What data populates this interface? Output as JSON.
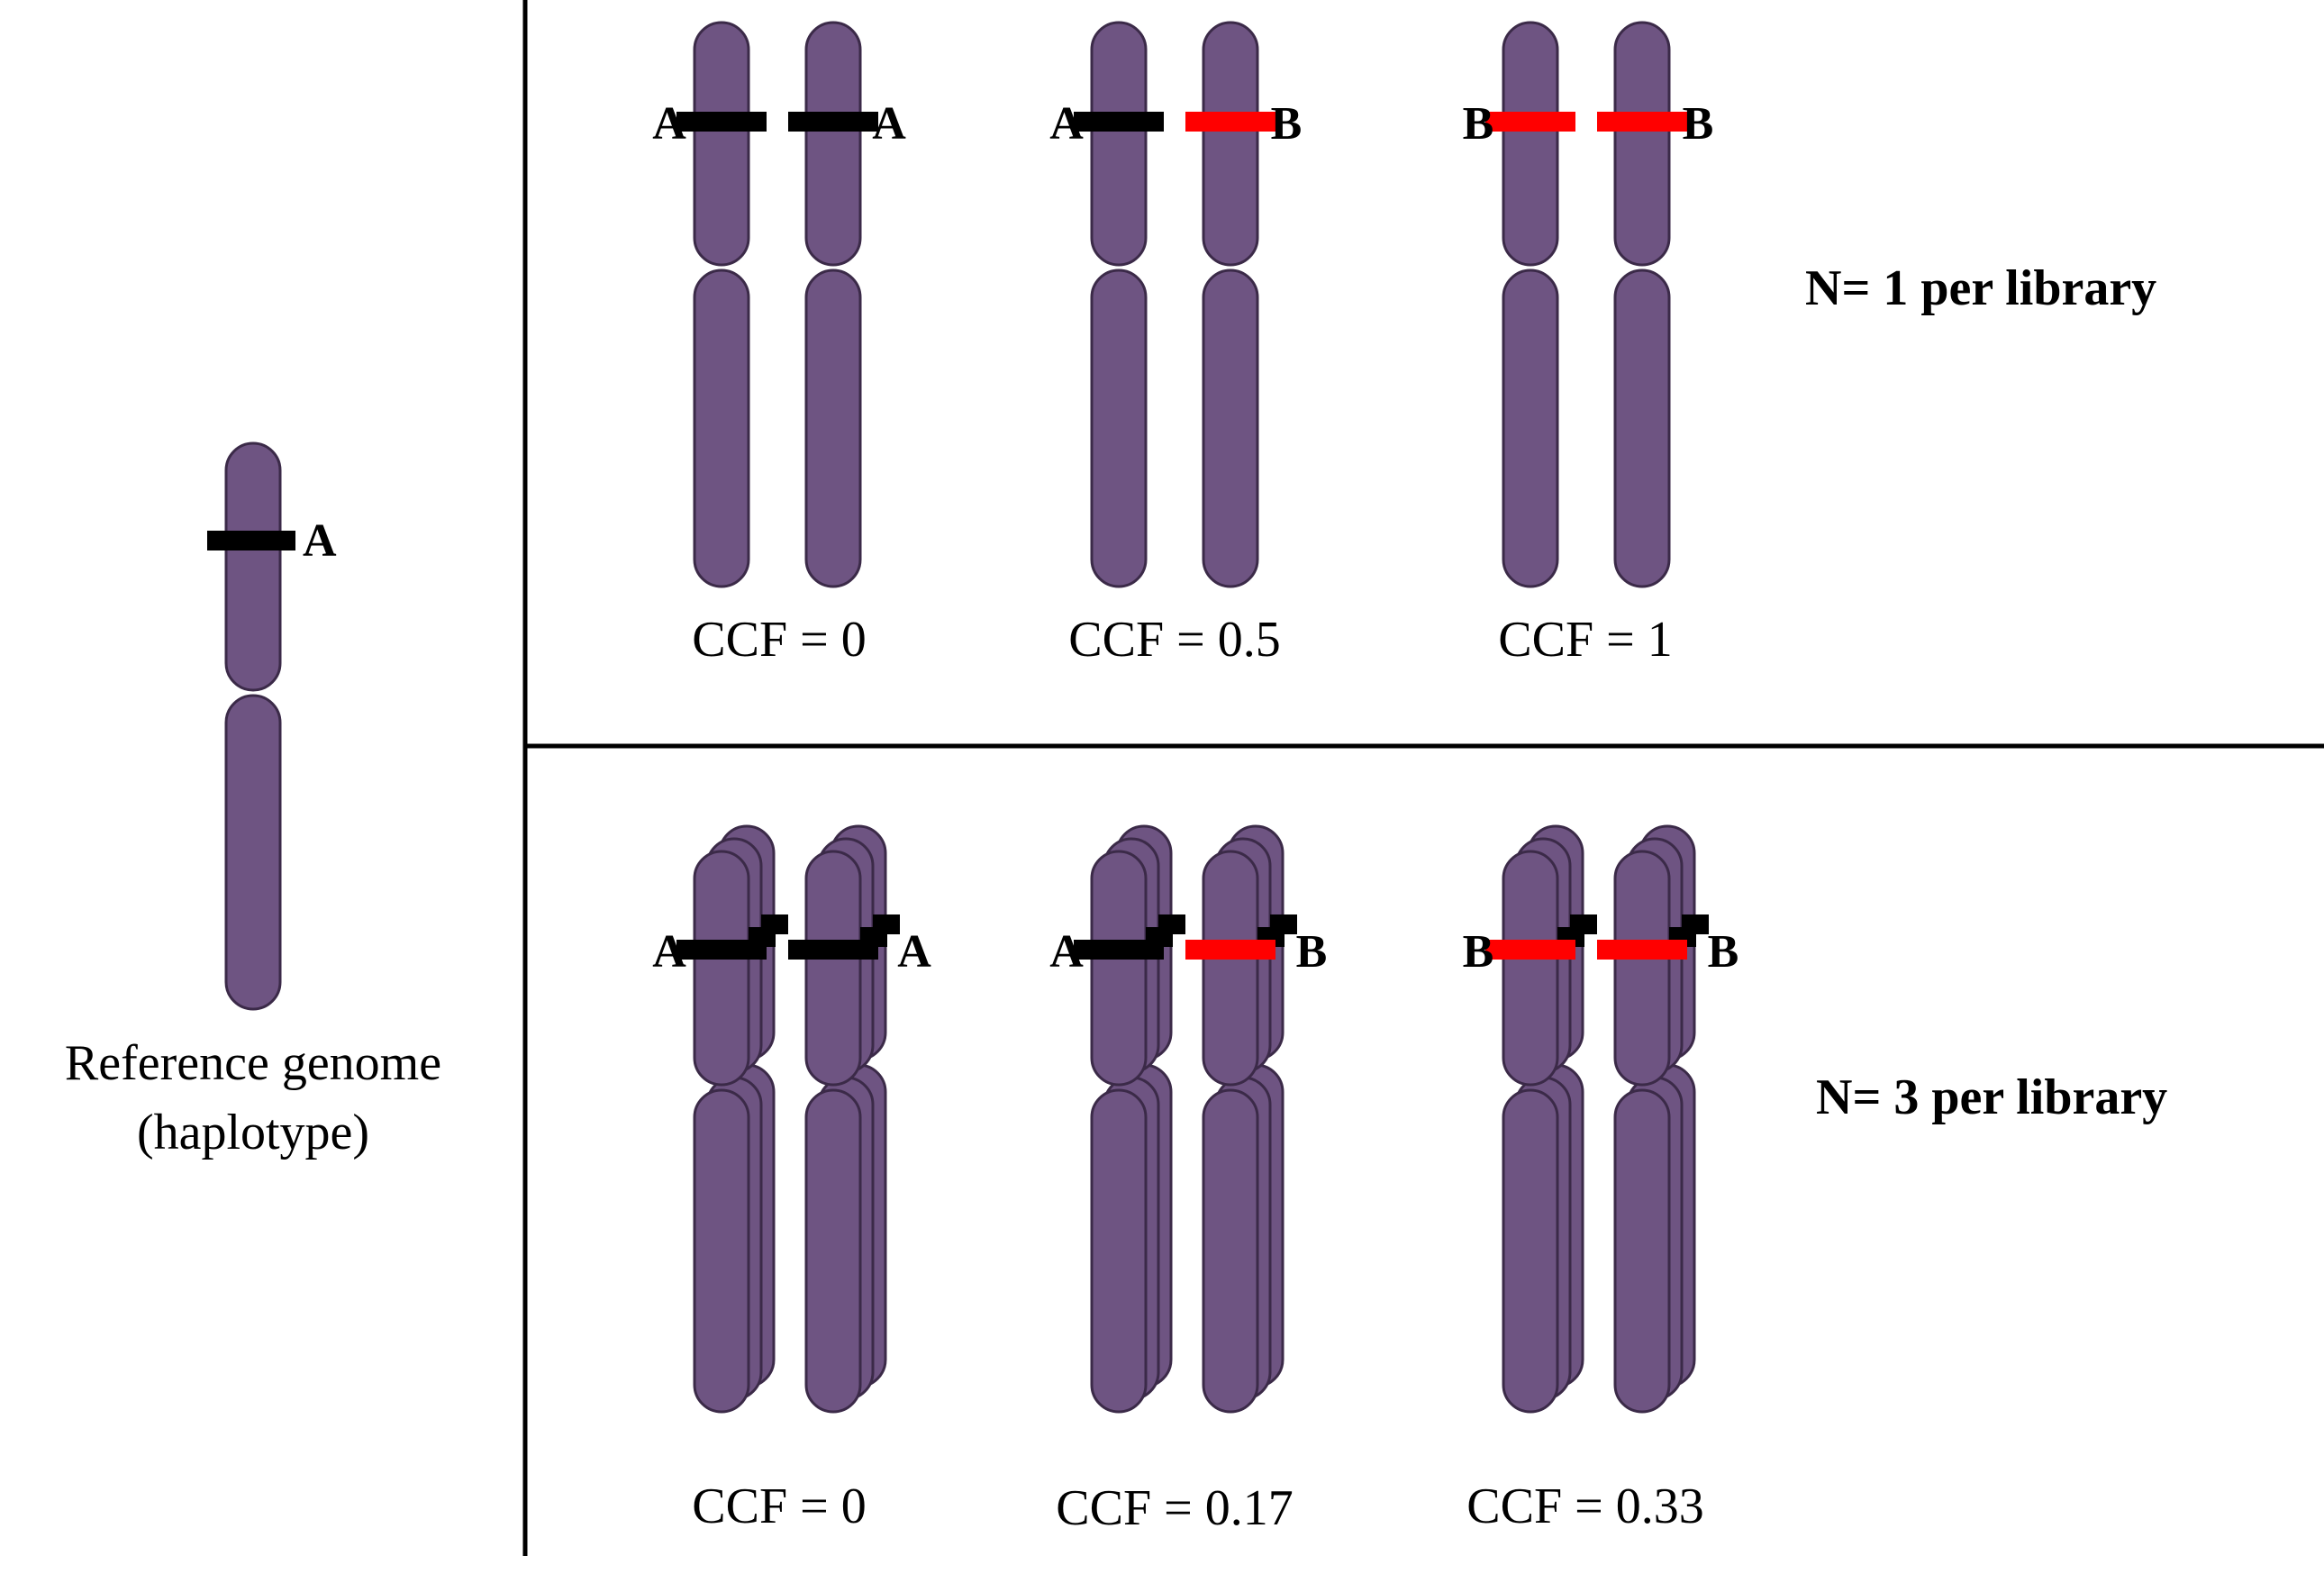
{
  "colors": {
    "chromosome_fill": "#6e5482",
    "chromosome_stroke": "#3b2a48",
    "allele_a": "#000000",
    "allele_b": "#ff0000",
    "divider": "#000000",
    "text": "#000000"
  },
  "reference": {
    "allele_label": "A",
    "caption_line1": "Reference genome",
    "caption_line2": "(haplotype)"
  },
  "panels": [
    {
      "id": "n1",
      "label": "N= 1 per library",
      "copies": 1,
      "pairs": [
        {
          "left_allele": "A",
          "right_allele": "A",
          "ccf_label": "CCF = 0"
        },
        {
          "left_allele": "A",
          "right_allele": "B",
          "ccf_label": "CCF = 0.5"
        },
        {
          "left_allele": "B",
          "right_allele": "B",
          "ccf_label": "CCF = 1"
        }
      ]
    },
    {
      "id": "n3",
      "label": "N= 3 per library",
      "copies": 3,
      "pairs": [
        {
          "left_allele": "A",
          "right_allele": "A",
          "ccf_label": "CCF = 0"
        },
        {
          "left_allele": "A",
          "right_allele": "B",
          "ccf_label": "CCF = 0.17"
        },
        {
          "left_allele": "B",
          "right_allele": "B",
          "ccf_label": "CCF = 0.33"
        }
      ]
    }
  ]
}
